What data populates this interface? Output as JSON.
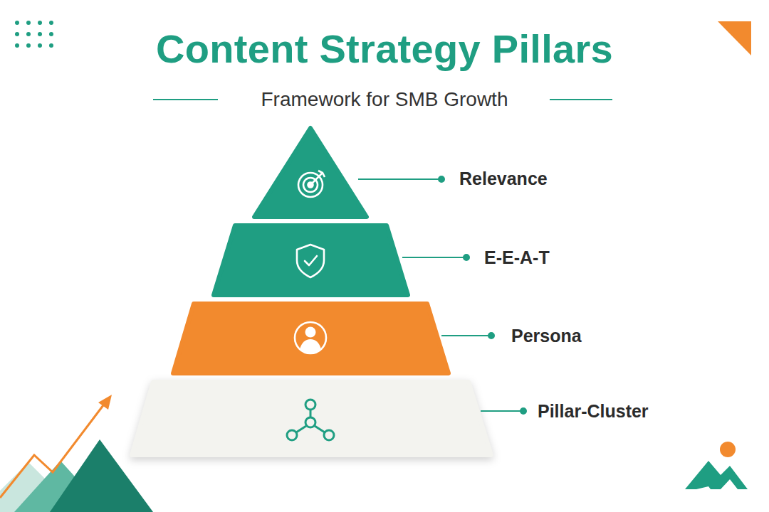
{
  "diagram": {
    "title": "Content Strategy Pillars",
    "nodes": [
      {
        "text": [
          "Relevance"
        ]
      },
      {
        "text": [
          "E-E-A-T"
        ]
      },
      {
        "text": [
          "Persona"
        ]
      },
      {
        "text": [
          "Pillar-Cluster"
        ]
      }
    ],
    "labels": [
      "Framework for SMB Growth"
    ]
  }
}
